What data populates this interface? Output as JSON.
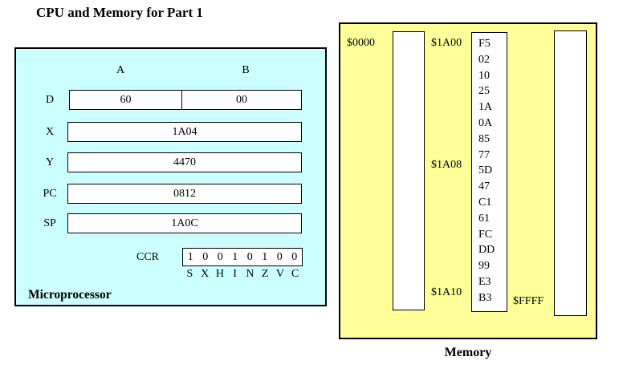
{
  "title": "CPU and Memory for Part 1",
  "colors": {
    "microprocessor_bg": "#ccffff",
    "memory_bg": "#ffff99",
    "cell_bg": "#ffffff",
    "border": "#000000"
  },
  "microprocessor": {
    "caption": "Microprocessor",
    "column_headers": {
      "a": "A",
      "b": "B"
    },
    "registers": [
      {
        "name": "D",
        "value_a": "60",
        "value_b": "00"
      },
      {
        "name": "X",
        "value": "1A04"
      },
      {
        "name": "Y",
        "value": "4470"
      },
      {
        "name": "PC",
        "value": "0812"
      },
      {
        "name": "SP",
        "value": "1A0C"
      }
    ],
    "ccr": {
      "label": "CCR",
      "bits": [
        "1",
        "0",
        "0",
        "1",
        "0",
        "1",
        "0",
        "0"
      ],
      "flags": [
        "S",
        "X",
        "H",
        "I",
        "N",
        "Z",
        "V",
        "C"
      ]
    }
  },
  "memory": {
    "caption": "Memory",
    "address_labels": {
      "start": "$0000",
      "block_start": "$1A00",
      "block_mid": "$1A08",
      "block_end": "$1A10",
      "end": "$FFFF"
    },
    "cells": [
      "F5",
      "02",
      "10",
      "25",
      "1A",
      "0A",
      "85",
      "77",
      "5D",
      "47",
      "C1",
      "61",
      "FC",
      "DD",
      "99",
      "E3",
      "B3"
    ]
  }
}
